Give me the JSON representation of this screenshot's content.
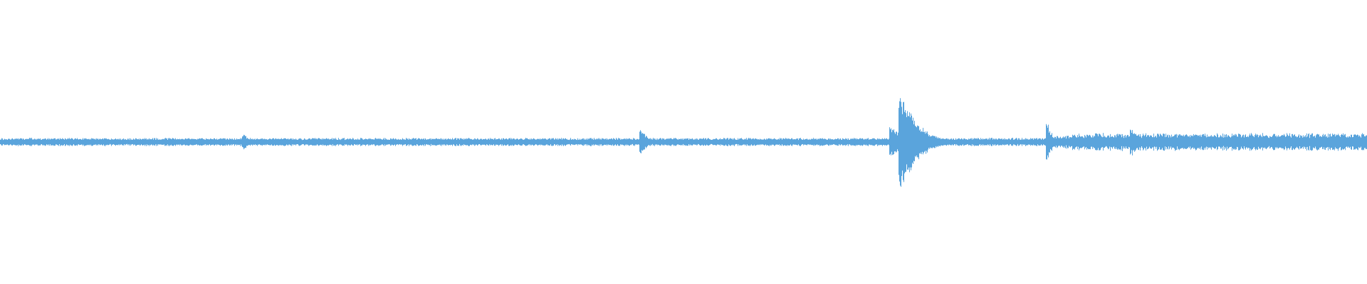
{
  "waveform": {
    "color": "#5aa4dc",
    "background": "#ffffff",
    "baseline_amplitude": 0.03,
    "bursts": [
      {
        "at": 0.1785,
        "peak": 0.06,
        "decay": 0.004
      },
      {
        "at": 0.469,
        "peak": 0.09,
        "decay": 0.006
      },
      {
        "at": 0.652,
        "peak": 0.12,
        "decay": 0.01
      },
      {
        "at": 0.6585,
        "peak": 0.4,
        "decay": 0.012
      },
      {
        "at": 0.7665,
        "peak": 0.14,
        "decay": 0.004
      },
      {
        "at": 0.828,
        "peak": 0.1,
        "decay": 0.006
      }
    ],
    "noisy_tail": {
      "from": 0.74,
      "to": 1.0,
      "amplitude": 0.065
    }
  }
}
